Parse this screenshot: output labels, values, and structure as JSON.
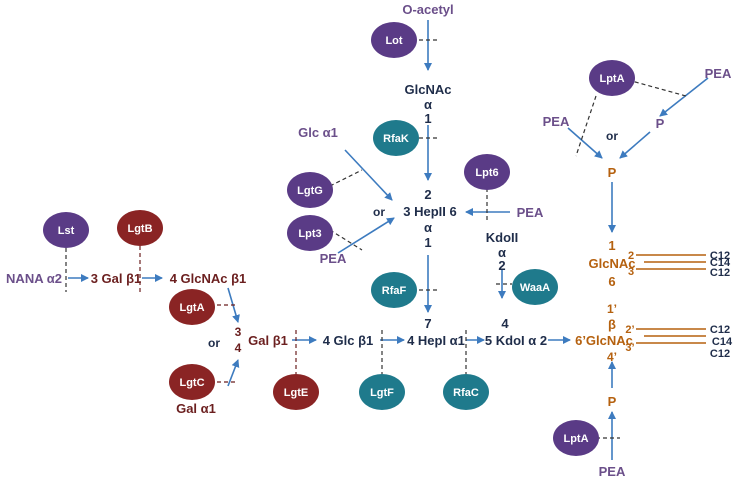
{
  "enzymes": {
    "lot": "Lot",
    "rfak": "RfaK",
    "lgtg": "LgtG",
    "lpt3": "Lpt3",
    "lpt6": "Lpt6",
    "lst": "Lst",
    "lgtb": "LgtB",
    "lgta": "LgtA",
    "lgtc": "LgtC",
    "lgte": "LgtE",
    "rfaf": "RfaF",
    "lgtf": "LgtF",
    "rfac": "RfaC",
    "waaa": "WaaA",
    "lpta_top": "LptA",
    "lpta_bottom": "LptA"
  },
  "labels": {
    "o_acetyl": "O-acetyl",
    "glcnac_top": "GlcNAc",
    "alpha_top": "α",
    "one_top": "1",
    "glc_a1": "Glc  α1",
    "pea_left": "PEA",
    "pea_mid_right": "PEA",
    "or_top": "or",
    "hep2_num": "2",
    "hep2": "3 HepII 6",
    "hep2_alpha": "α",
    "hep2_one": "1",
    "nana": "NANA α2",
    "gal_b1_3": "3 Gal β1",
    "glcnac_b1": "4 GlcNAc β1",
    "or_mid": "or",
    "three": "3",
    "four": "4",
    "gal_b1": "Gal β1",
    "gal_a1": "Gal α1",
    "glc_b1": "4 Glc β1",
    "hep1_num": "7",
    "hep1": "4 HepI α1",
    "kdoii": "KdoII",
    "kdoii_alpha": "α",
    "kdoii_two": "2",
    "kdo1_num": "4",
    "kdo1": "5 KdoI α 2",
    "glcnac_lower": "6’GlcNAc",
    "two_prime": "2’",
    "three_prime": "3’",
    "four_prime": "4’",
    "beta": "β",
    "one_prime": "1’",
    "six": "6",
    "one": "1",
    "glcnac_upper": "GlcNAc",
    "two": "2",
    "three_upper": "3",
    "c12_a": "C12",
    "c14_a": "C14",
    "c12_b": "C12",
    "c12_c": "C12",
    "c14_b": "C14",
    "c12_d": "C12",
    "p_top": "P",
    "p_bottom": "P",
    "pea_top_left": "PEA",
    "pea_top_right": "PEA",
    "p_mid": "P",
    "or_right": "or",
    "pea_bottom": "PEA"
  }
}
